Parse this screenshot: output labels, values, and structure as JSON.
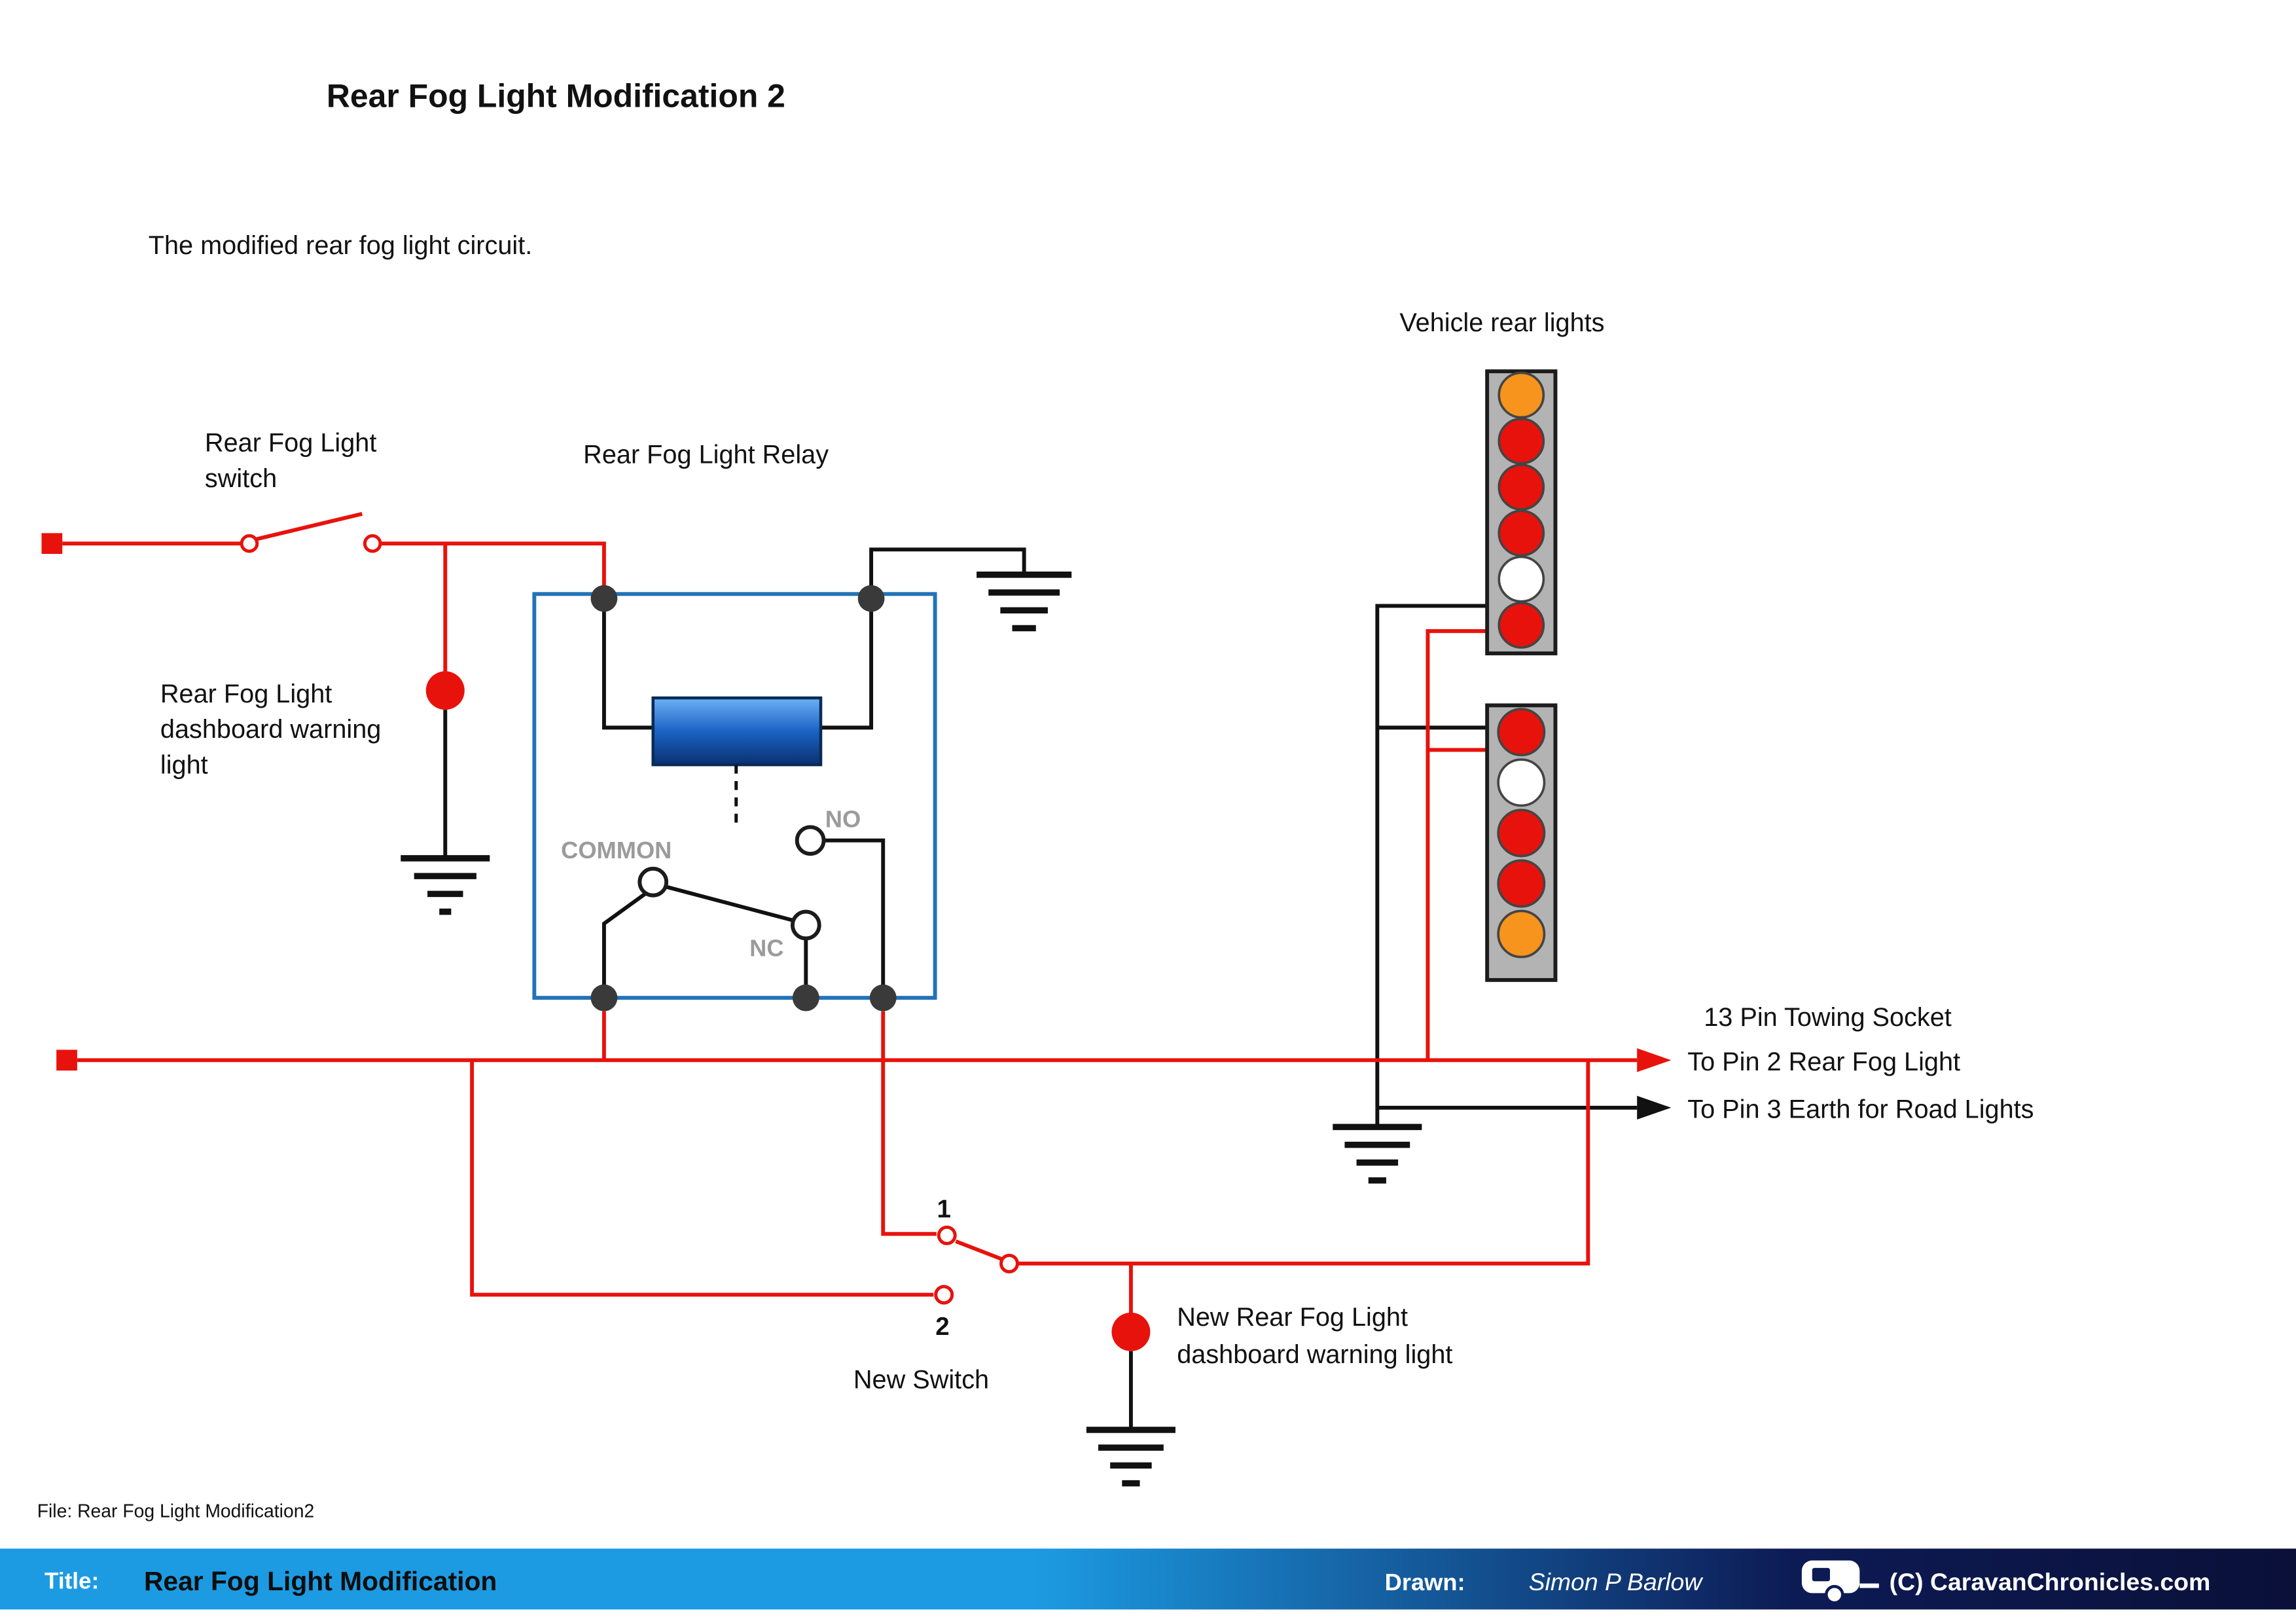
{
  "title": "Rear Fog Light Modification 2",
  "subtitle": "The modified rear fog light circuit.",
  "diagram": {
    "vehicle_rear_lights_label": "Vehicle rear lights",
    "fog_switch_label": [
      "Rear Fog Light",
      "switch"
    ],
    "relay_label": "Rear Fog Light Relay",
    "dash_warning_label": [
      "Rear Fog Light",
      "dashboard warning",
      "light"
    ],
    "relay_common": "COMMON",
    "relay_no": "NO",
    "relay_nc": "NC",
    "towing_socket_label": "13 Pin Towing Socket",
    "pin2_label": "To Pin 2 Rear Fog Light",
    "pin3_label": "To Pin 3 Earth for Road Lights",
    "switch_pos1": "1",
    "switch_pos2": "2",
    "new_switch_label": "New Switch",
    "new_warning_label": [
      "New Rear Fog Light",
      "dashboard warning light"
    ]
  },
  "lights": {
    "upper_lamps": [
      "#f7941d",
      "#e8120c",
      "#e8120c",
      "#e8120c",
      "#ffffff",
      "#e8120c"
    ],
    "lower_lamps": [
      "#e8120c",
      "#ffffff",
      "#e8120c",
      "#e8120c",
      "#f7941d"
    ]
  },
  "colors": {
    "wire_red": "#e8120c",
    "wire_black": "#111111",
    "relay_border": "#2273b8",
    "coil_blue_light": "#6db1f5",
    "coil_blue_dark": "#0a3170",
    "lamp_orange": "#f7941d",
    "lamp_red": "#e8120c",
    "footer_blue": "#1c9be2",
    "footer_navy": "#0a1038"
  },
  "file_note": "File: Rear Fog Light Modification2",
  "footer": {
    "title_label": "Title:",
    "title_value": "Rear Fog Light Modification",
    "drawn_label": "Drawn:",
    "drawn_value": "Simon P Barlow",
    "copyright": "(C) CaravanChronicles.com"
  }
}
